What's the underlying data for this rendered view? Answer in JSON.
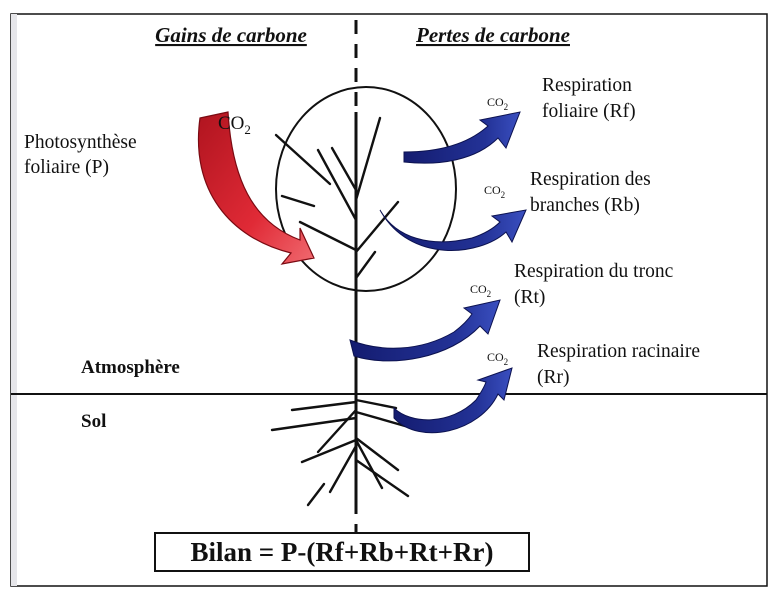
{
  "headers": {
    "gains": "Gains de carbone",
    "losses": "Pertes de carbone"
  },
  "zones": {
    "atmosphere": "Atmosphère",
    "soil": "Sol"
  },
  "photosynthesis": {
    "line1": "Photosynthèse",
    "line2": "foliaire (P)",
    "gas": "CO",
    "gas_sub": "2",
    "arrow_color": "#cc1c2a",
    "arrow_icon": "curved-arrow-in-icon"
  },
  "respirations": [
    {
      "id": "rf",
      "line1": "Respiration",
      "line2": "foliaire (Rf)",
      "gas": "CO",
      "gas_sub": "2"
    },
    {
      "id": "rb",
      "line1": "Respiration des",
      "line2": "branches (Rb)",
      "gas": "CO",
      "gas_sub": "2"
    },
    {
      "id": "rt",
      "line1": "Respiration du tronc",
      "line2": "(Rt)",
      "gas": "CO",
      "gas_sub": "2"
    },
    {
      "id": "rr",
      "line1": "Respiration racinaire",
      "line2": "(Rr)",
      "gas": "CO",
      "gas_sub": "2"
    }
  ],
  "respiration_arrow_color": "#1f2a8c",
  "respiration_arrow_icon": "curved-arrow-out-icon",
  "formula": "Bilan = P-(Rf+Rb+Rt+Rr)"
}
